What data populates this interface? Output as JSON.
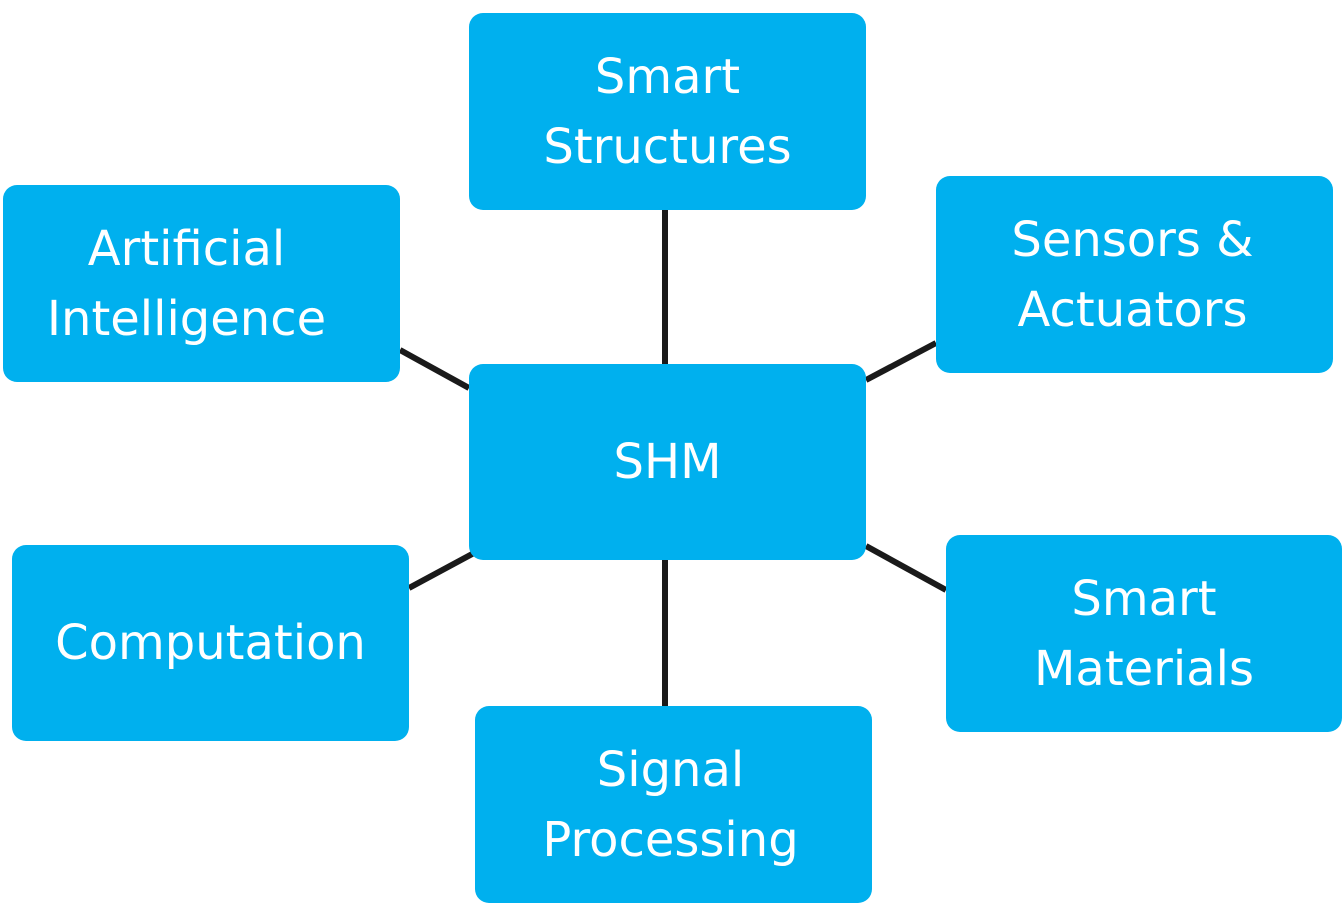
{
  "colors": {
    "node_fill": "#00b0ee",
    "node_text": "#ffffff",
    "connector": "#1a1a1a",
    "background": "#ffffff"
  },
  "nodes": {
    "center": {
      "lines": [
        "SHM"
      ]
    },
    "smart_structures": {
      "lines": [
        "Smart",
        "Structures"
      ]
    },
    "artificial_intelligence": {
      "lines": [
        "Artificial",
        "Intelligence"
      ]
    },
    "sensors_actuators": {
      "lines": [
        "Sensors &",
        "Actuators"
      ]
    },
    "computation": {
      "lines": [
        "Computation"
      ]
    },
    "smart_materials": {
      "lines": [
        "Smart",
        "Materials"
      ]
    },
    "signal_processing": {
      "lines": [
        "Signal",
        "Processing"
      ]
    }
  }
}
